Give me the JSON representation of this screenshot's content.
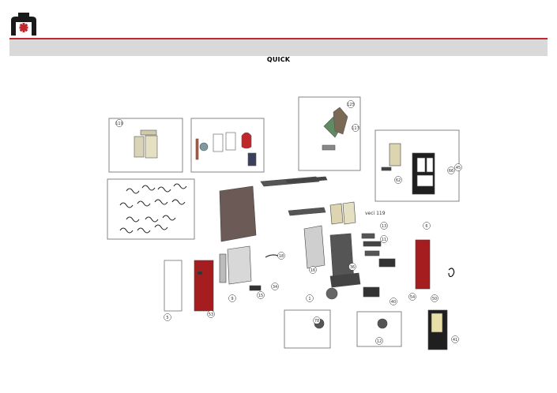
{
  "header": {
    "title": "QUICK"
  },
  "diagram": {
    "callouts": [
      "119",
      "62",
      "117",
      "125",
      "66",
      "13",
      "11",
      "34",
      "15",
      "16",
      "40",
      "1",
      "50",
      "54",
      "53",
      "78",
      "45",
      "41",
      "12",
      "6",
      "5",
      "18",
      "9",
      "36"
    ],
    "inset_label": "veci 119"
  },
  "colors": {
    "brand_red": "#c0282e",
    "panel_red": "#a51d1f",
    "band_gray": "#d9d9d9",
    "frame_gray": "#555555"
  }
}
